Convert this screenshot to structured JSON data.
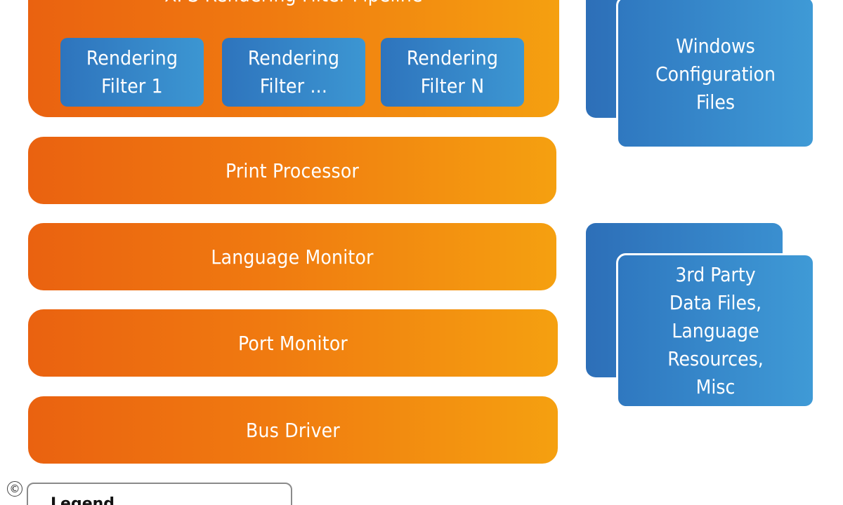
{
  "diagram": {
    "pipeline": {
      "title": "XPS Rendering Filter Pipeline",
      "filters": [
        {
          "line1": "Rendering",
          "line2": "Filter 1"
        },
        {
          "line1": "Rendering",
          "line2": "Filter ..."
        },
        {
          "line1": "Rendering",
          "line2": "Filter N"
        }
      ]
    },
    "layers": [
      "Print Processor",
      "Language Monitor",
      "Port Monitor",
      "Bus Driver"
    ],
    "side_boxes": [
      {
        "lines": [
          "Windows",
          "Configuration",
          "Files"
        ]
      },
      {
        "lines": [
          "3rd Party",
          "Data Files,",
          "Language",
          "Resources,",
          "Misc"
        ]
      }
    ],
    "legend": {
      "title": "Legend"
    },
    "copyright": "©"
  },
  "colors": {
    "orange_start": "#ea6210",
    "orange_end": "#f5a010",
    "blue_start": "#2e74bd",
    "blue_end": "#3c96d2"
  }
}
